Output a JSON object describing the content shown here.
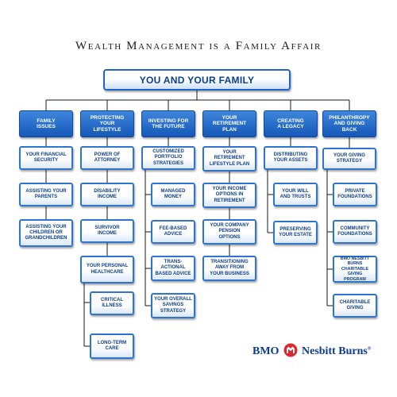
{
  "title": "Wealth Management is a Family Affair",
  "root": "YOU AND YOUR FAMILY",
  "categories": [
    {
      "label": "FAMILY\nISSUES",
      "items": [
        "YOUR FINANCIAL\nSECURITY",
        "ASSISTING YOUR\nPARENTS",
        "ASSISTING YOUR\nCHILDREN OR\nGRANDCHILDREN"
      ]
    },
    {
      "label": "PROTECTING\nYOUR\nLIFESTYLE",
      "items": [
        "POWER OF\nATTORNEY",
        "DISABILITY\nINCOME",
        "SURVIVOR\nINCOME",
        "YOUR PERSONAL\nHEALTHCARE"
      ],
      "subitems": [
        "CRITICAL\nILLNESS",
        "LONG-TERM\nCARE"
      ]
    },
    {
      "label": "INVESTING FOR\nTHE FUTURE",
      "head_item": "CUSTOMIZED\nPORTFOLIO\nSTRATEGIES",
      "subitems": [
        "MANAGED\nMONEY",
        "FEE-BASED\nADVICE",
        "TRANS-\nACTIONAL\nBASED ADVICE",
        "YOUR OVERALL\nSAVINGS\nSTRATEGY"
      ]
    },
    {
      "label": "YOUR\nRETIREMENT\nPLAN",
      "items": [
        "YOUR\nRETIREMENT\nLIFESTYLE PLAN",
        "YOUR INCOME\nOPTIONS IN\nRETIREMENT",
        "YOUR COMPANY\nPENSION\nOPTIONS",
        "TRANSITIONING\nAWAY FROM\nYOUR BUSINESS"
      ]
    },
    {
      "label": "CREATING\nA LEGACY",
      "head_item": "DISTRIBUTING\nYOUR ASSETS",
      "subitems": [
        "YOUR WILL\nAND TRUSTS",
        "PRESERVING\nYOUR ESTATE"
      ]
    },
    {
      "label": "PHILANTHROPY\nAND GIVING\nBACK",
      "head_item": "YOUR GIVING\nSTRATEGY",
      "subitems": [
        "PRIVATE\nFOUNDATIONS",
        "COMMUNITY\nFOUNDATIONS",
        "BMO NESBITT BURNS\nCHARITABLE\nGIVING\nPROGRAM",
        "CHARITABLE\nGIVING"
      ]
    }
  ],
  "logo": {
    "bmo": "BMO",
    "brand": "Nesbitt Burns",
    "mark": "®",
    "icon": "bmo-roundel-icon",
    "color": "#0b3b8c"
  },
  "colors": {
    "category_fill": "#1f67c7",
    "node_border": "#2f74cf",
    "text": "#0d3f87",
    "connector": "#1a1a1a"
  }
}
